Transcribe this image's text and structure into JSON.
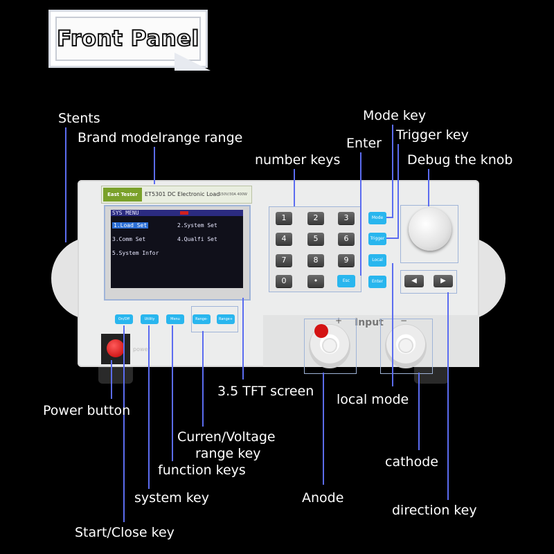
{
  "badge": {
    "title": "Front Panel"
  },
  "labels": {
    "stents": "Stents",
    "brand_model": "Brand modelrange range",
    "number_keys": "number keys",
    "enter": "Enter",
    "mode_key": "Mode key",
    "trigger_key": "Trigger key",
    "debug_knob": "Debug the knob",
    "tft_screen": "3.5 TFT screen",
    "local_mode": "local mode",
    "power_button": "Power button",
    "range_key_line1": "Curren/Voltage",
    "range_key_line2": "range key",
    "function_keys": "function keys",
    "cathode": "cathode",
    "system_key": "system key",
    "anode": "Anode",
    "direction_key": "direction key",
    "start_close_key": "Start/Close key"
  },
  "device": {
    "brand": "East Tester",
    "model": "ET5301 DC Electronic Load",
    "range": "150V/30A 400W",
    "screen": {
      "header": "SYS MENU",
      "items": [
        "1.Load  Set",
        "2.System Set",
        "3.Comm  Set",
        "4.Qualfi Set",
        "5.System Infor"
      ]
    },
    "keypad": [
      "1",
      "2",
      "3",
      "4",
      "5",
      "6",
      "7",
      "8",
      "9",
      "0",
      "•"
    ],
    "esc_key": "Esc",
    "enter_key": "Enter",
    "mode_key": "Mode",
    "trigger_key": "Trigger",
    "local_key": "Local",
    "arrow_left": "◀",
    "arrow_right": "▶",
    "function_keys": [
      "On/Off",
      "Utility",
      "Menu",
      "Range-",
      "Range+"
    ],
    "power_text": "power",
    "input_label": "Input",
    "plus": "+",
    "minus": "−"
  },
  "colors": {
    "line": "#5b6cf0",
    "key_blue": "#29b6ee",
    "background": "#000000"
  }
}
